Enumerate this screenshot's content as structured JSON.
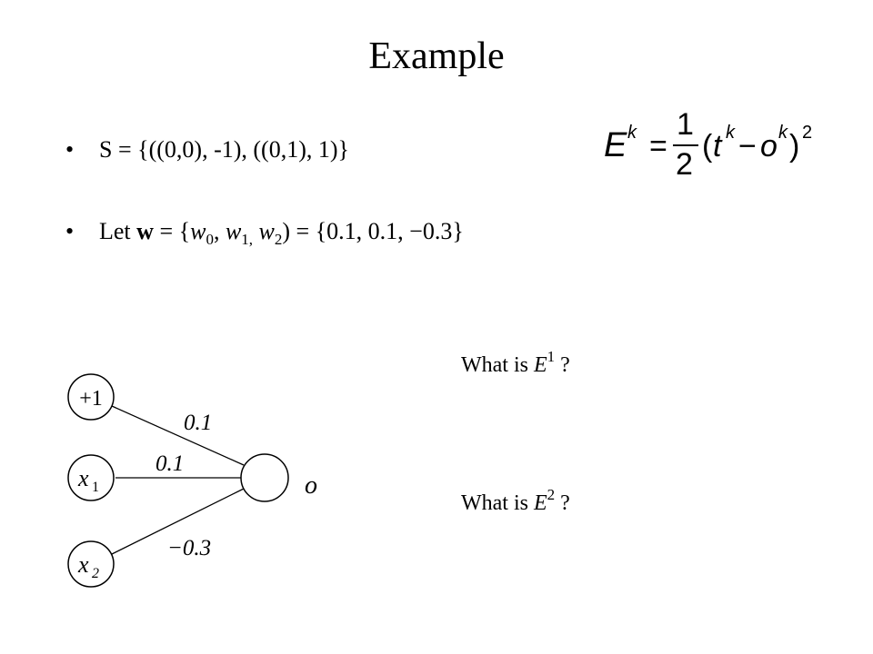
{
  "slide": {
    "title": "Example"
  },
  "bullets": {
    "bullet_symbol": "•",
    "set": "S = {((0,0), -1),  ((0,1), 1)}",
    "weights": {
      "prefix": "Let ",
      "bold_var": "w",
      "eq_open": " = {",
      "w": "w",
      "s0": "0",
      "s1": "1,",
      "s2": "2",
      "comma": ", ",
      "tail": ") = {0.1, 0.1, −0.3}"
    }
  },
  "formula": {
    "lhs": "E",
    "lhs_sup": "k",
    "equals": "=",
    "numerator": "1",
    "denominator": "2",
    "open_paren": "(",
    "t": "t",
    "t_sup": "k",
    "minus": "−",
    "o": "o",
    "o_sup": "k",
    "close_paren": ")",
    "power": "2"
  },
  "network": {
    "bias_node": "+1",
    "input1": {
      "var": "x",
      "sub": "1"
    },
    "input2": {
      "var": "x",
      "sub": "2"
    },
    "output_label": "o",
    "weight_bias": "0.1",
    "weight_x1": "0.1",
    "weight_x2": "−0.3"
  },
  "questions": {
    "q1": {
      "text": "What is ",
      "var": "E",
      "sup": "1",
      "end": " ?"
    },
    "q2": {
      "text": "What is ",
      "var": "E",
      "sup": "2",
      "end": " ?"
    }
  }
}
